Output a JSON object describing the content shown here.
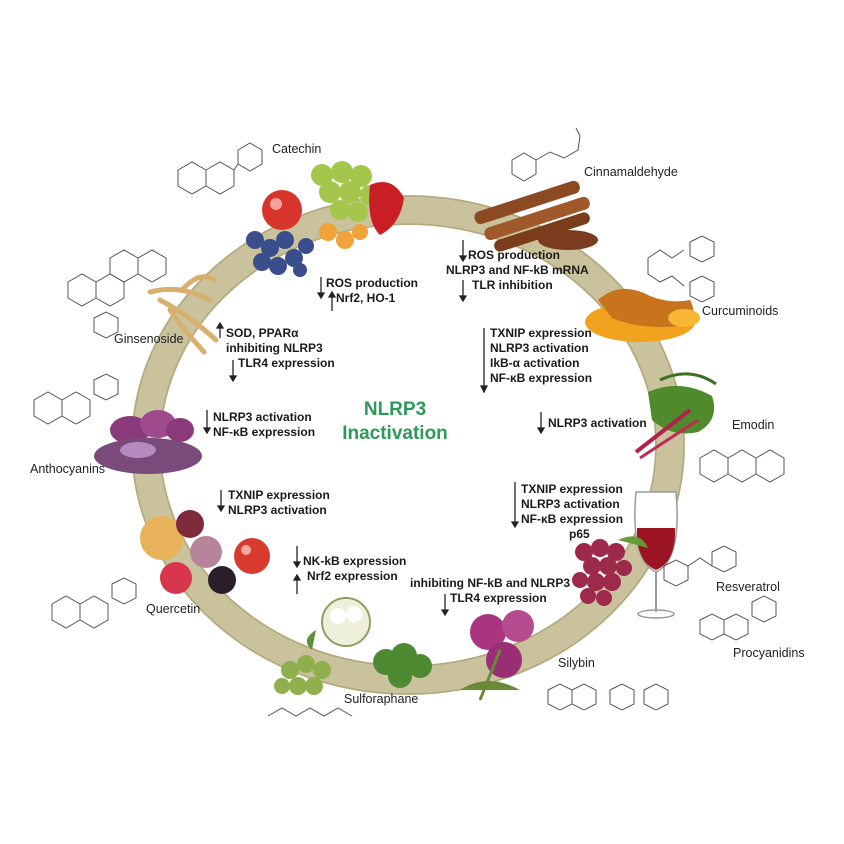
{
  "center": {
    "line1": "NLRP3",
    "line2": "Inactivation"
  },
  "compounds": {
    "catechin": "Catechin",
    "cinnamaldehyde": "Cinnamaldehyde",
    "curcuminoids": "Curcuminoids",
    "emodin": "Emodin",
    "resveratrol": "Resveratrol",
    "procyanidins": "Procyanidins",
    "silybin": "Silybin",
    "sulforaphane": "Sulforaphane",
    "quercetin": "Quercetin",
    "anthocyanins": "Anthocyanins",
    "ginsenoside": "Ginsenoside"
  },
  "effects": {
    "catechin": [
      "ROS production",
      "Nrf2, HO-1"
    ],
    "cinnamaldehyde": [
      "ROS production",
      "NLRP3 and NF-kB mRNA",
      "TLR inhibition"
    ],
    "curcuminoids": [
      "TXNIP expression",
      "NLRP3 activation",
      "IkB-α activation",
      "NF-κB expression"
    ],
    "emodin": [
      "NLRP3 activation"
    ],
    "resveratrol": [
      "TXNIP expression",
      "NLRP3 activation",
      "NF-κB expression",
      "p65"
    ],
    "silybin": [
      "inhibiting NF-kB and NLRP3",
      "TLR4 expression"
    ],
    "sulforaphane": [
      "NK-kB expression",
      "Nrf2 expression"
    ],
    "quercetin": [
      "TXNIP expression",
      "NLRP3 activation"
    ],
    "anthocyanins": [
      "NLRP3 activation",
      "NF-κB expression"
    ],
    "ginsenoside": [
      "SOD, PPARα",
      "inhibiting NLRP3",
      "TLR4 expression"
    ]
  },
  "colors": {
    "ring": "#c9c29c",
    "center_text": "#2e9a5a"
  }
}
